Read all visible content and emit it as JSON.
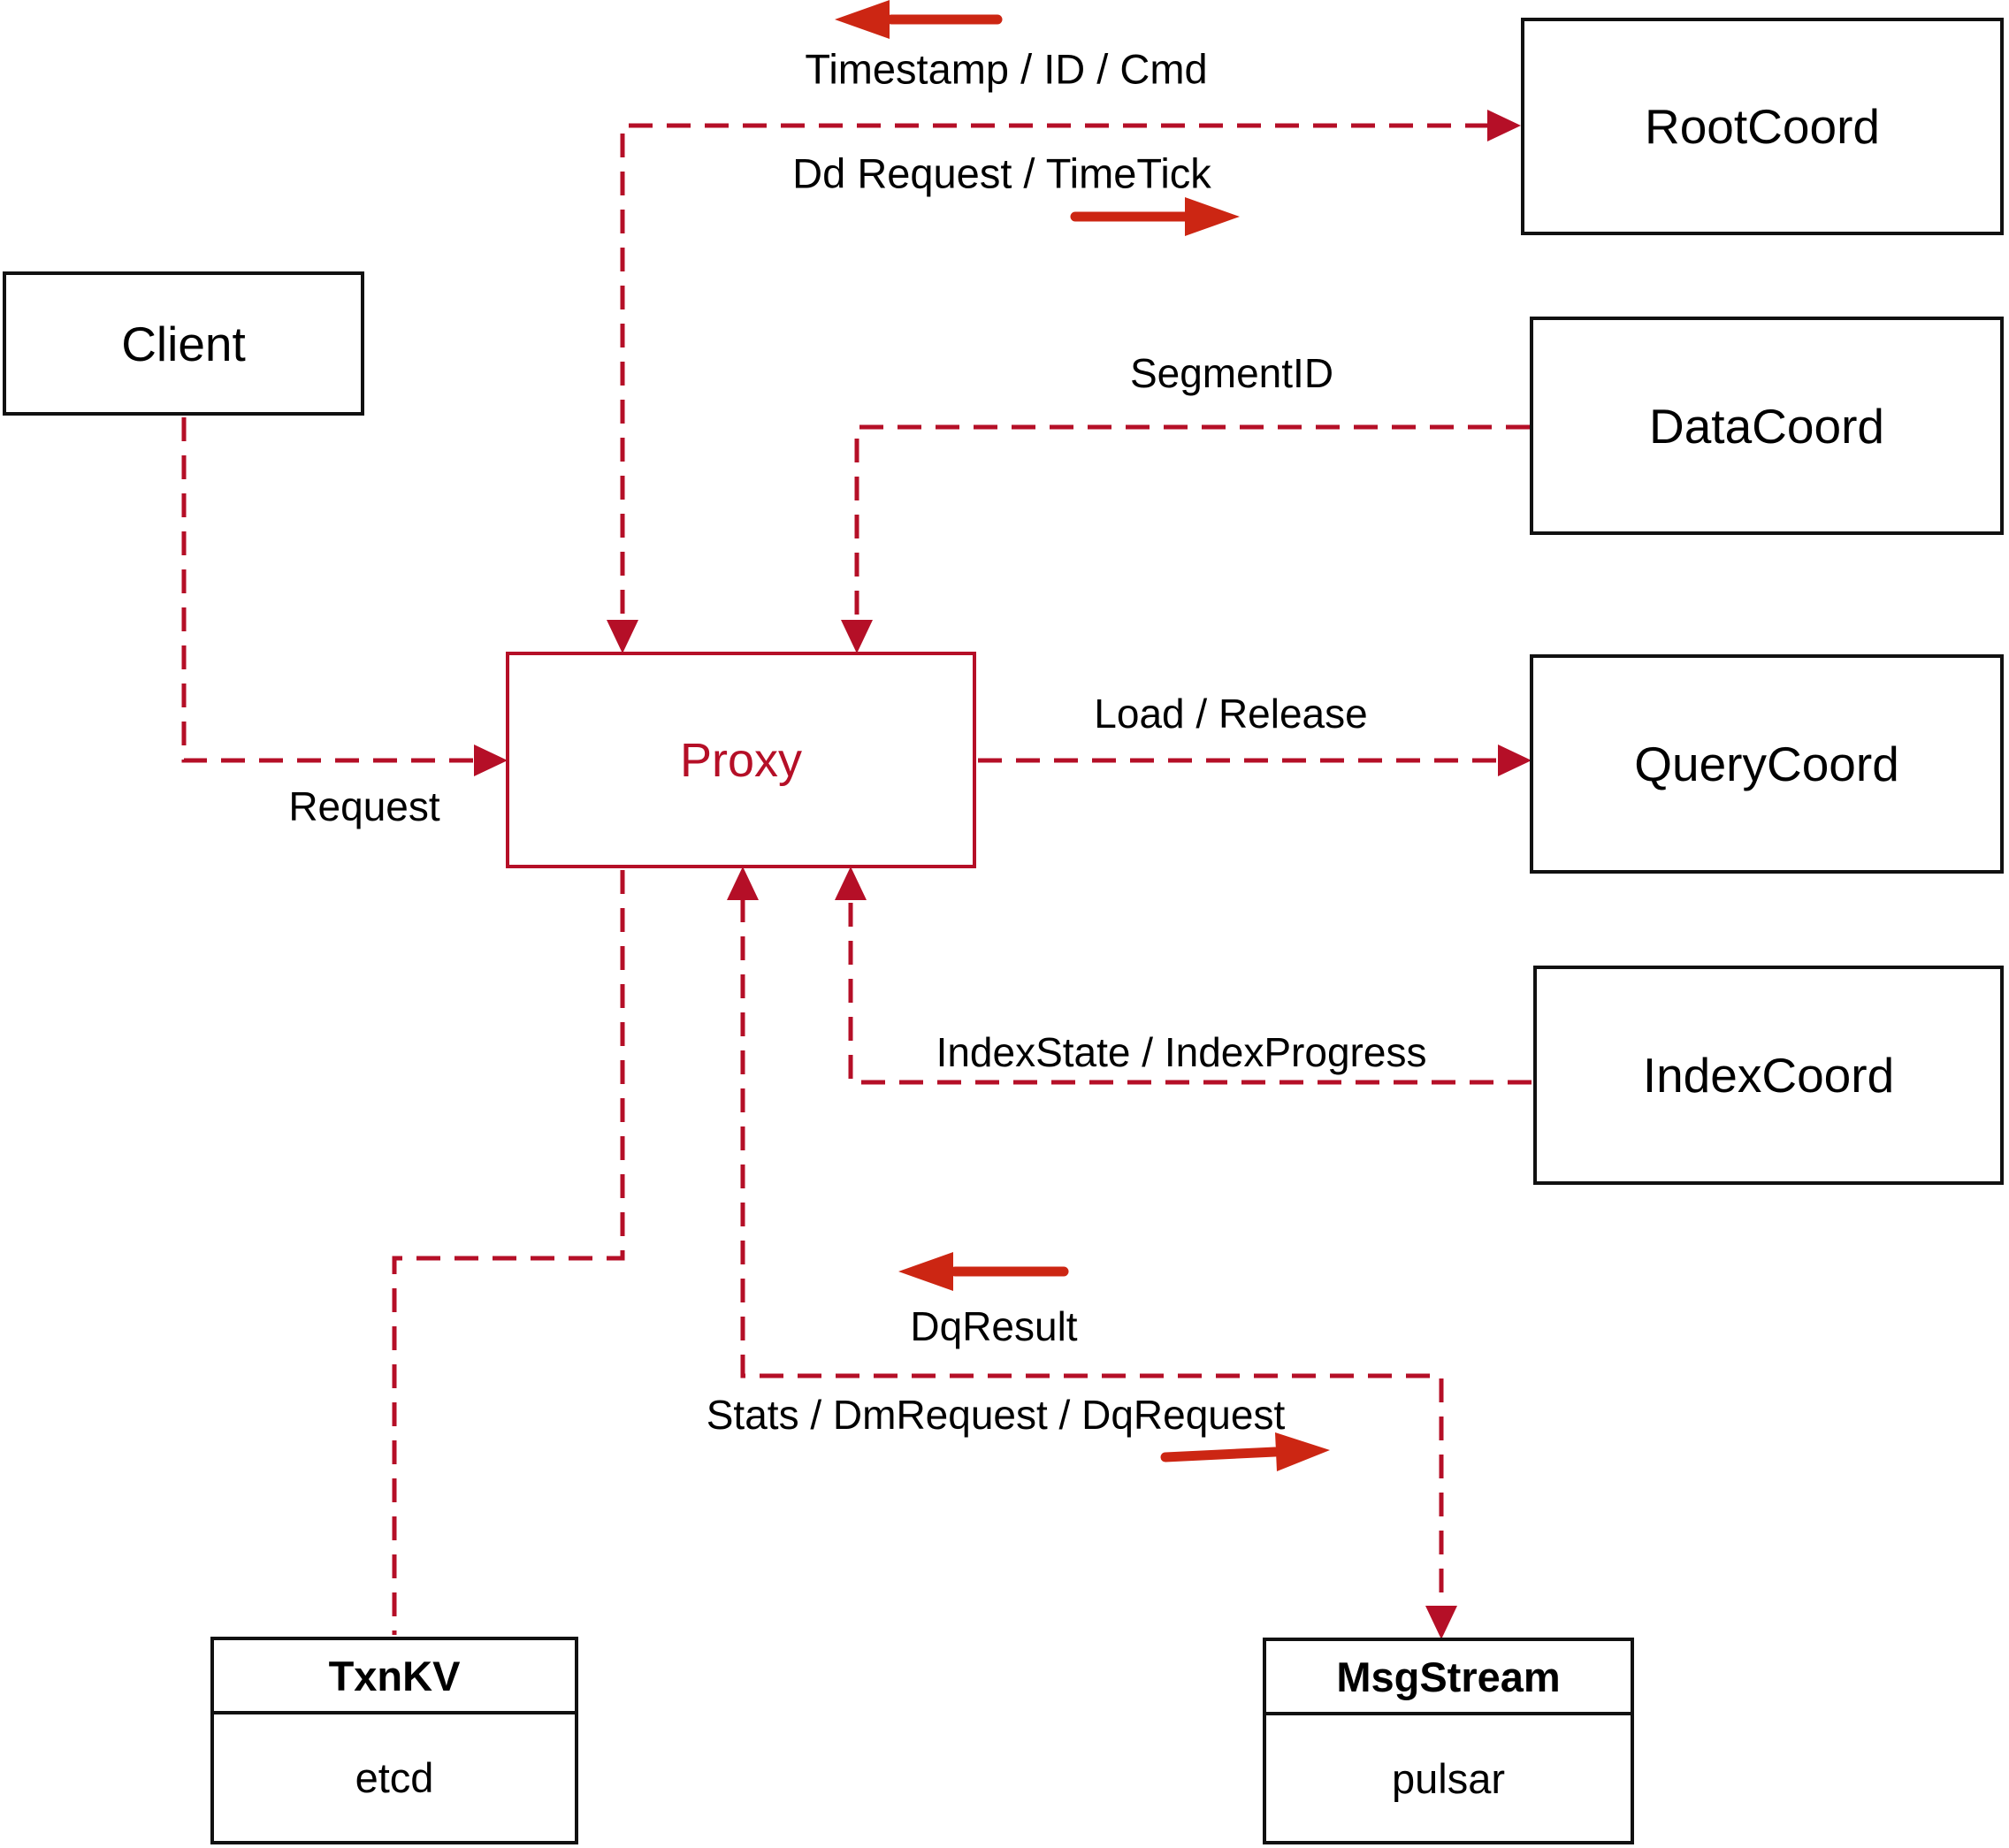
{
  "nodes": {
    "client": {
      "label": "Client"
    },
    "rootcoord": {
      "label": "RootCoord"
    },
    "datacoord": {
      "label": "DataCoord"
    },
    "querycoord": {
      "label": "QueryCoord"
    },
    "indexcoord": {
      "label": "IndexCoord"
    },
    "proxy": {
      "label": "Proxy"
    },
    "txnkv": {
      "title": "TxnKV",
      "subtitle": "etcd"
    },
    "msgstream": {
      "title": "MsgStream",
      "subtitle": "pulsar"
    }
  },
  "edges": {
    "timestamp_id_cmd": "Timestamp / ID / Cmd",
    "dd_request_timetick": "Dd Request / TimeTick",
    "segment_id": "SegmentID",
    "request": "Request",
    "load_release": "Load / Release",
    "index_state_progress": "IndexState / IndexProgress",
    "dq_result": "DqResult",
    "stats_dm_dq": "Stats / DmRequest / DqRequest"
  },
  "colors": {
    "connector": "#b50f27",
    "direction_arrow": "#cc2613",
    "box_border": "#111111",
    "proxy_accent": "#b50f27",
    "label_text": "#000000",
    "background": "#ffffff"
  }
}
